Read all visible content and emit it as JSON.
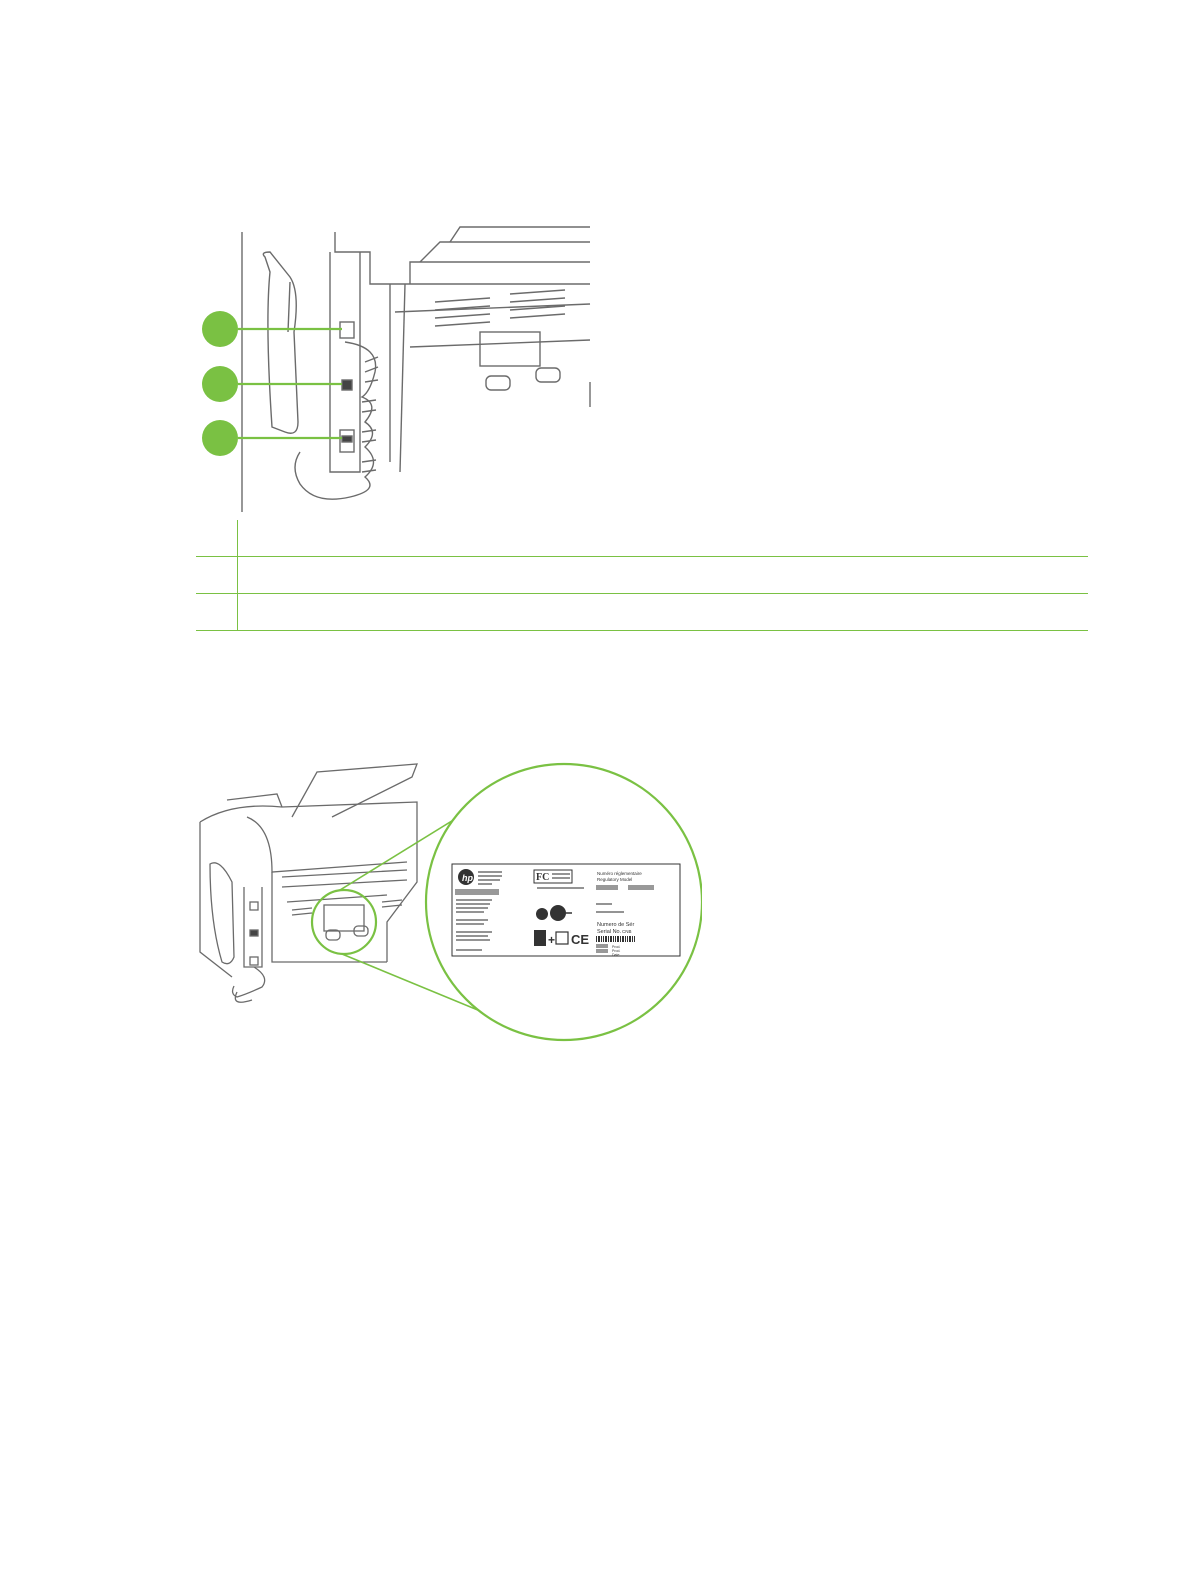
{
  "ports_figure": {
    "callouts": [
      {
        "number": "",
        "description": ""
      },
      {
        "number": "",
        "description": ""
      },
      {
        "number": "",
        "description": ""
      }
    ]
  },
  "label_figure": {
    "logo": "hp",
    "label_text": {
      "regulatory_heading": "Numéro réglementaire",
      "regulatory_model": "Regulatory Model",
      "serial_fr": "Numero de Sér",
      "serial_en": "Serial No.",
      "serial_prefix": "CNB",
      "prod_1": "Prod.",
      "prod_2": "Prod.",
      "prod_3": "Date"
    }
  },
  "colors": {
    "accent_green": "#7ac143",
    "callout_circle": "#7ac143",
    "drawing_line": "#6b6b6b",
    "table_rule": "#7ac143"
  }
}
